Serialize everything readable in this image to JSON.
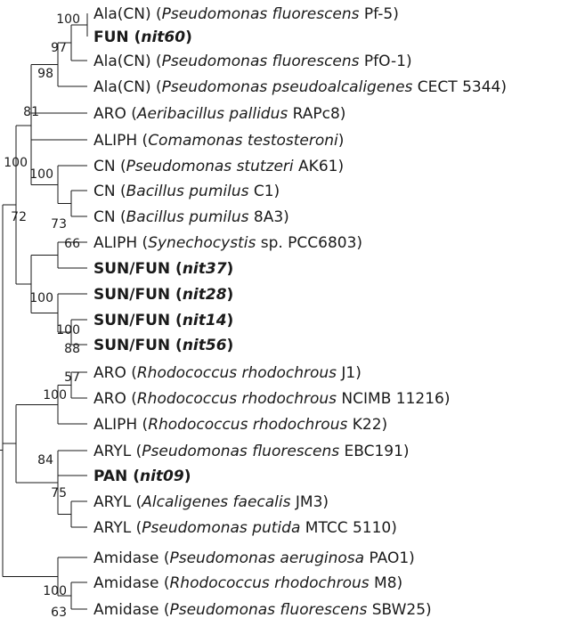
{
  "leaves": [
    {
      "id": "L1",
      "parts": [
        {
          "t": "Ala(CN) ("
        },
        {
          "t": "Pseudomonas fluorescens",
          "i": true
        },
        {
          "t": " Pf-5)"
        }
      ]
    },
    {
      "id": "L2",
      "parts": [
        {
          "t": "FUN (",
          "b": true
        },
        {
          "t": "nit60",
          "b": true,
          "i": true
        },
        {
          "t": ")",
          "b": true
        }
      ]
    },
    {
      "id": "L3",
      "parts": [
        {
          "t": "Ala(CN) ("
        },
        {
          "t": "Pseudomonas fluorescens",
          "i": true
        },
        {
          "t": " PfO-1)"
        }
      ]
    },
    {
      "id": "L4",
      "parts": [
        {
          "t": "Ala(CN) ("
        },
        {
          "t": "Pseudomonas pseudoalcaligenes",
          "i": true
        },
        {
          "t": " CECT 5344)"
        }
      ]
    },
    {
      "id": "L5",
      "parts": [
        {
          "t": "ARO ("
        },
        {
          "t": "Aeribacillus pallidus",
          "i": true
        },
        {
          "t": " RAPc8)"
        }
      ]
    },
    {
      "id": "L6",
      "parts": [
        {
          "t": "ALIPH ("
        },
        {
          "t": "Comamonas testosteroni",
          "i": true
        },
        {
          "t": ")"
        }
      ]
    },
    {
      "id": "L7",
      "parts": [
        {
          "t": "CN ("
        },
        {
          "t": "Pseudomonas stutzeri",
          "i": true
        },
        {
          "t": " AK61)"
        }
      ]
    },
    {
      "id": "L8",
      "parts": [
        {
          "t": "CN ("
        },
        {
          "t": "Bacillus pumilus",
          "i": true
        },
        {
          "t": " C1)"
        }
      ]
    },
    {
      "id": "L9",
      "parts": [
        {
          "t": "CN ("
        },
        {
          "t": "Bacillus pumilus",
          "i": true
        },
        {
          "t": " 8A3)"
        }
      ]
    },
    {
      "id": "L10",
      "parts": [
        {
          "t": "ALIPH ("
        },
        {
          "t": "Synechocystis",
          "i": true
        },
        {
          "t": " sp. PCC6803)"
        }
      ]
    },
    {
      "id": "L11",
      "parts": [
        {
          "t": "SUN/FUN (",
          "b": true
        },
        {
          "t": "nit37",
          "b": true,
          "i": true
        },
        {
          "t": ")",
          "b": true
        }
      ]
    },
    {
      "id": "L12",
      "parts": [
        {
          "t": "SUN/FUN (",
          "b": true
        },
        {
          "t": "nit28",
          "b": true,
          "i": true
        },
        {
          "t": ")",
          "b": true
        }
      ]
    },
    {
      "id": "L13",
      "parts": [
        {
          "t": "SUN/FUN (",
          "b": true
        },
        {
          "t": "nit14",
          "b": true,
          "i": true
        },
        {
          "t": ")",
          "b": true
        }
      ]
    },
    {
      "id": "L14",
      "parts": [
        {
          "t": "SUN/FUN (",
          "b": true
        },
        {
          "t": "nit56",
          "b": true,
          "i": true
        },
        {
          "t": ")",
          "b": true
        }
      ]
    },
    {
      "id": "L15",
      "parts": [
        {
          "t": "ARO ("
        },
        {
          "t": "Rhodococcus rhodochrous",
          "i": true
        },
        {
          "t": " J1)"
        }
      ]
    },
    {
      "id": "L16",
      "parts": [
        {
          "t": "ARO ("
        },
        {
          "t": "Rhodococcus rhodochrous",
          "i": true
        },
        {
          "t": " NCIMB 11216)"
        }
      ]
    },
    {
      "id": "L17",
      "parts": [
        {
          "t": "ALIPH ("
        },
        {
          "t": "Rhodococcus rhodochrous",
          "i": true
        },
        {
          "t": " K22)"
        }
      ]
    },
    {
      "id": "L18",
      "parts": [
        {
          "t": "ARYL ("
        },
        {
          "t": "Pseudomonas fluorescens",
          "i": true
        },
        {
          "t": " EBC191)"
        }
      ]
    },
    {
      "id": "L19",
      "parts": [
        {
          "t": "PAN (",
          "b": true
        },
        {
          "t": "nit09",
          "b": true,
          "i": true
        },
        {
          "t": ")",
          "b": true
        }
      ]
    },
    {
      "id": "L20",
      "parts": [
        {
          "t": "ARYL ("
        },
        {
          "t": "Alcaligenes faecalis",
          "i": true
        },
        {
          "t": " JM3)"
        }
      ]
    },
    {
      "id": "L21",
      "parts": [
        {
          "t": "ARYL ("
        },
        {
          "t": "Pseudomonas putida",
          "i": true
        },
        {
          "t": " MTCC 5110)"
        }
      ]
    },
    {
      "id": "L22",
      "parts": [
        {
          "t": "Amidase ("
        },
        {
          "t": "Pseudomonas aeruginosa",
          "i": true
        },
        {
          "t": " PAO1)"
        }
      ]
    },
    {
      "id": "L23",
      "parts": [
        {
          "t": "Amidase ("
        },
        {
          "t": "Rhodococcus rhodochrous",
          "i": true
        },
        {
          "t": " M8)"
        }
      ]
    },
    {
      "id": "L24",
      "parts": [
        {
          "t": "Amidase ("
        },
        {
          "t": "Pseudomonas fluorescens",
          "i": true
        },
        {
          "t": " SBW25)"
        }
      ]
    }
  ],
  "bootstrap": {
    "N1": "100",
    "N2": "97",
    "N3": "98",
    "N4": "81",
    "N5": "73",
    "N6": "100",
    "N7": "100",
    "N8": "72",
    "N9": "66",
    "N10": "88",
    "N11": "100",
    "N12": "100",
    "N13": "57",
    "N14": "75",
    "N15": "100",
    "N16": "84",
    "N17": "63",
    "N18": "100"
  }
}
